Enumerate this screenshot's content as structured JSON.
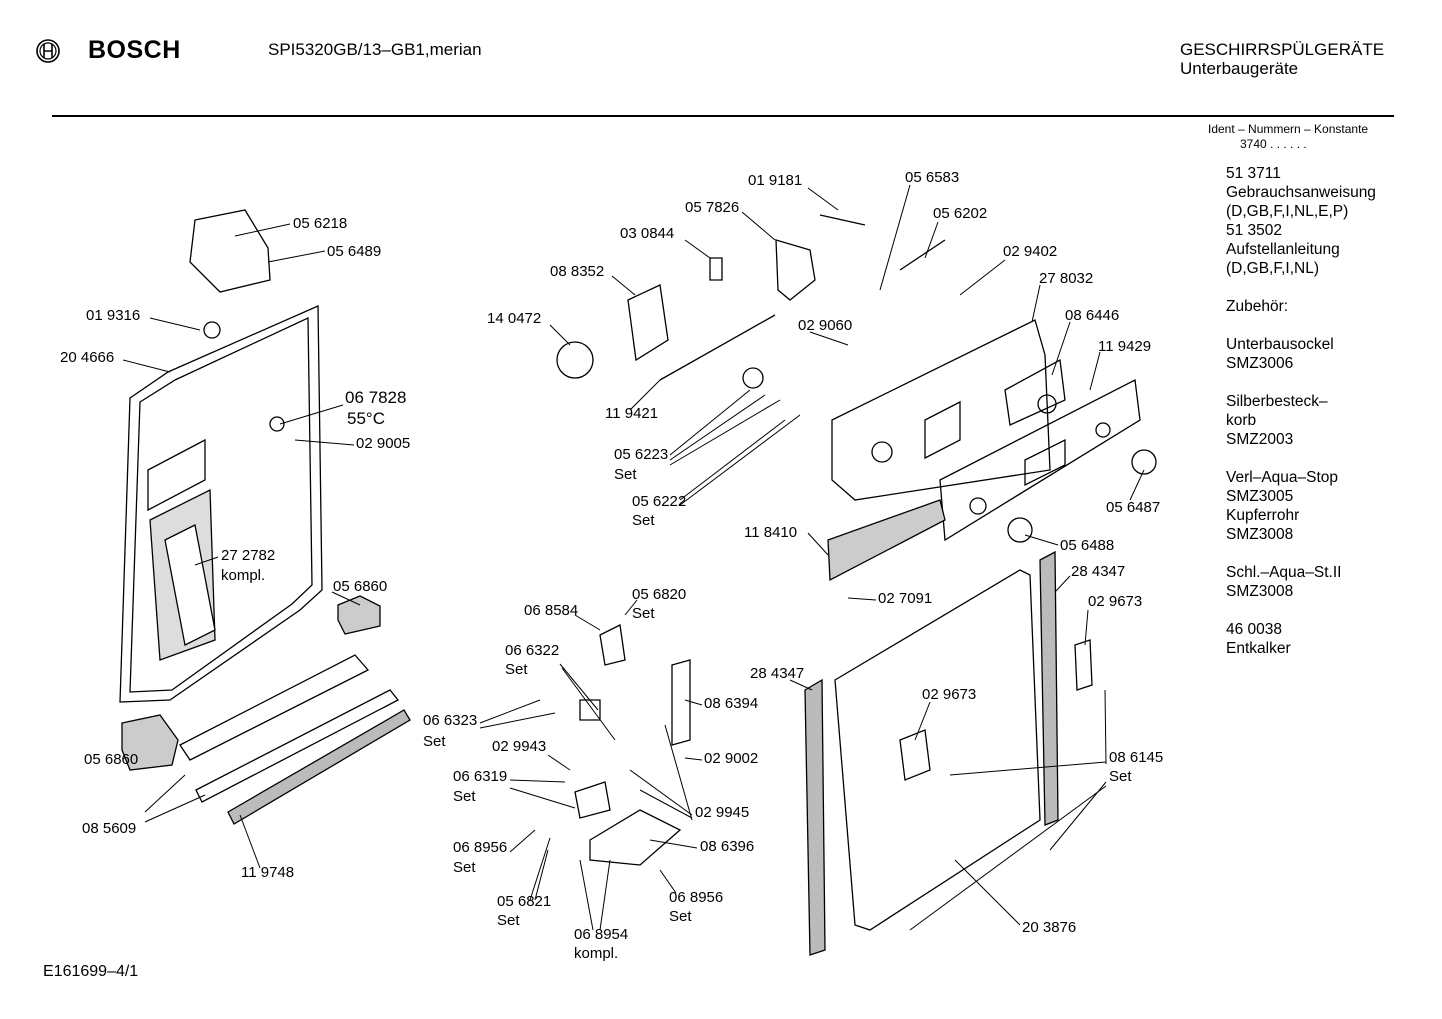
{
  "header": {
    "brand": "BOSCH",
    "model": "SPI5320GB/13–GB1,merian",
    "category_line1": "GESCHIRRSPÜLGERÄTE",
    "category_line2": "Unterbaugeräte",
    "ident_title": "Ident – Nummern – Konstante",
    "ident_value": "3740  .  .    .  .  .  ."
  },
  "sidebar": [
    "51 3711",
    "Gebrauchsanweisung",
    "(D,GB,F,I,NL,E,P)",
    "51 3502",
    "Aufstellanleitung",
    "(D,GB,F,I,NL)",
    "",
    "Zubehör:",
    "",
    "Unterbausockel",
    "SMZ3006",
    "",
    "Silberbesteck–",
    "korb",
    "SMZ2003",
    "",
    "Verl–Aqua–Stop",
    "SMZ3005",
    "Kupferrohr",
    "SMZ3008",
    "",
    "Schl.–Aqua–St.II",
    "SMZ3008",
    "",
    "46 0038",
    "Entkalker"
  ],
  "labels": [
    "05 6218",
    "05 6489",
    "01 9316",
    "20 4666",
    "06 7828",
    "55°C",
    "02 9005",
    "27 2782",
    "kompl.",
    "05 6860",
    "05 6860",
    "08 5609",
    "11 9748",
    "01 9181",
    "05 6583",
    "05 7826",
    "05 6202",
    "03 0844",
    "02 9402",
    "08 8352",
    "27 8032",
    "14 0472",
    "08 6446",
    "02 9060",
    "11 9429",
    "11 9421",
    "05 6223",
    "Set",
    "05 6222",
    "Set",
    "05 6487",
    "11 8410",
    "05 6488",
    "28 4347",
    "02 7091",
    "05 6820",
    "Set",
    "06 8584",
    "02 9673",
    "06 6322",
    "Set",
    "28 4347",
    "06 6323",
    "Set",
    "02 9673",
    "08 6394",
    "02 9943",
    "02 9002",
    "08 6145",
    "Set",
    "06 6319",
    "Set",
    "02 9945",
    "06 8956",
    "Set",
    "08 6396",
    "05 6821",
    "Set",
    "06 8956",
    "Set",
    "20 3876",
    "06 8954",
    "kompl."
  ],
  "footer": {
    "drawing_id": "E161699–4/1"
  }
}
